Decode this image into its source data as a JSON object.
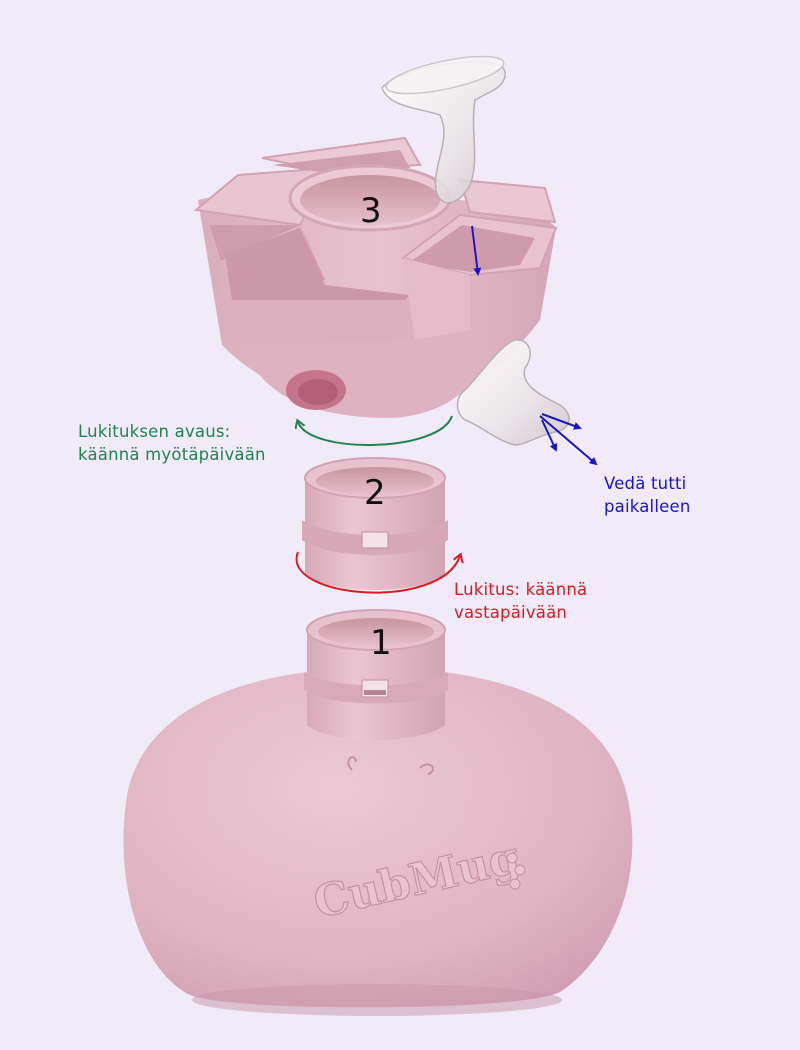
{
  "parts": {
    "part1_number": "1",
    "part2_number": "2",
    "part3_number": "3"
  },
  "annotations": {
    "unlock_line1": "Lukituksen avaus:",
    "unlock_line2": "käännä myötäpäivään",
    "pull_line1": "Vedä tutti",
    "pull_line2": "paikalleen",
    "lock_line1": "Lukitus: käännä",
    "lock_line2": "vastapäivään"
  },
  "brand": {
    "embossed_logo": "CubMug"
  },
  "colors": {
    "background": "#f1eaf8",
    "product_pink": "#e2b9c7",
    "unlock_green": "#23834e",
    "pull_blue": "#1a14c8",
    "lock_red": "#d81c22"
  }
}
